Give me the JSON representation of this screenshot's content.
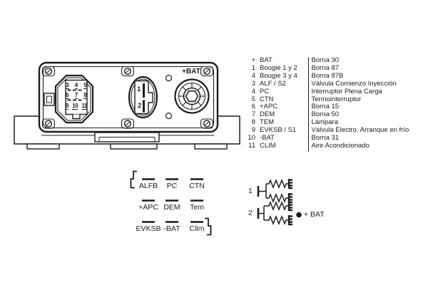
{
  "device": {
    "bat_label": "+BAT",
    "connector_11pin": {
      "pins": [
        "3",
        "4",
        "5",
        "6",
        "7",
        "8",
        "9",
        "10",
        "11"
      ]
    },
    "connector_2pin": {
      "pins": [
        "1",
        "2"
      ]
    }
  },
  "legend": {
    "rows": [
      {
        "pin": "+",
        "label": "BAT",
        "desc": "Borna 30"
      },
      {
        "pin": "1",
        "label": "Bougie 1 y 2",
        "desc": "Borna 87"
      },
      {
        "pin": "4",
        "label": "Bougie 3 y 4",
        "desc": "Borna 87B"
      },
      {
        "pin": "3",
        "label": "ALF / S2",
        "desc": "Válvula Comienzo Inyección"
      },
      {
        "pin": "4",
        "label": "PC",
        "desc": "Interruptor Plena Carga"
      },
      {
        "pin": "5",
        "label": "CTN",
        "desc": "Termointerruptor"
      },
      {
        "pin": "6",
        "label": "+APC",
        "desc": "Borna 15"
      },
      {
        "pin": "7",
        "label": "DEM",
        "desc": "Borna 50"
      },
      {
        "pin": "8",
        "label": "TEM",
        "desc": "Lámpara"
      },
      {
        "pin": "9",
        "label": "EVKSB / S1",
        "desc": "Válvula Electro. Arranque en frío"
      },
      {
        "pin": "10",
        "label": "-BAT",
        "desc": "Borna 31"
      },
      {
        "pin": "11",
        "label": "CLIM",
        "desc": "Aire Acondicionado"
      }
    ]
  },
  "terminal_grid": {
    "labels": [
      "ALFB",
      "PC",
      "CTN",
      "+APC",
      "DEM",
      "Tem",
      "EVKSB",
      "-BAT",
      "Clim"
    ]
  },
  "schematic": {
    "terminal_1": "1",
    "terminal_2": "2",
    "bat_label": "+ BAT"
  },
  "colors": {
    "ink": "#1c1c1c",
    "paper": "#ffffff"
  }
}
